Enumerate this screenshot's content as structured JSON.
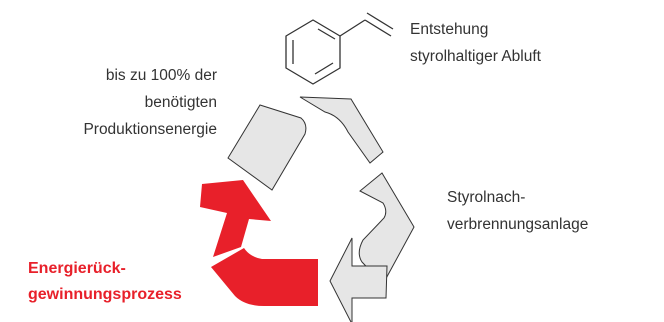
{
  "colors": {
    "accent": "#E8202A",
    "arrow_fill": "#E6E6E6",
    "arrow_stroke": "#333333",
    "text": "#333333"
  },
  "icons": {
    "molecule": "styrene-molecule-icon"
  },
  "labels": {
    "top": {
      "line1": "Entstehung",
      "line2": "styrolhaltiger Abluft"
    },
    "left": {
      "line1": "bis zu 100% der",
      "line2": "benötigten",
      "line3": "Produktionsenergie"
    },
    "right": {
      "line1": "Styrolnach-",
      "line2": "verbrennungsanlage"
    },
    "bottom": {
      "line1": "Energierück-",
      "line2": "gewinnungsprozess"
    }
  }
}
